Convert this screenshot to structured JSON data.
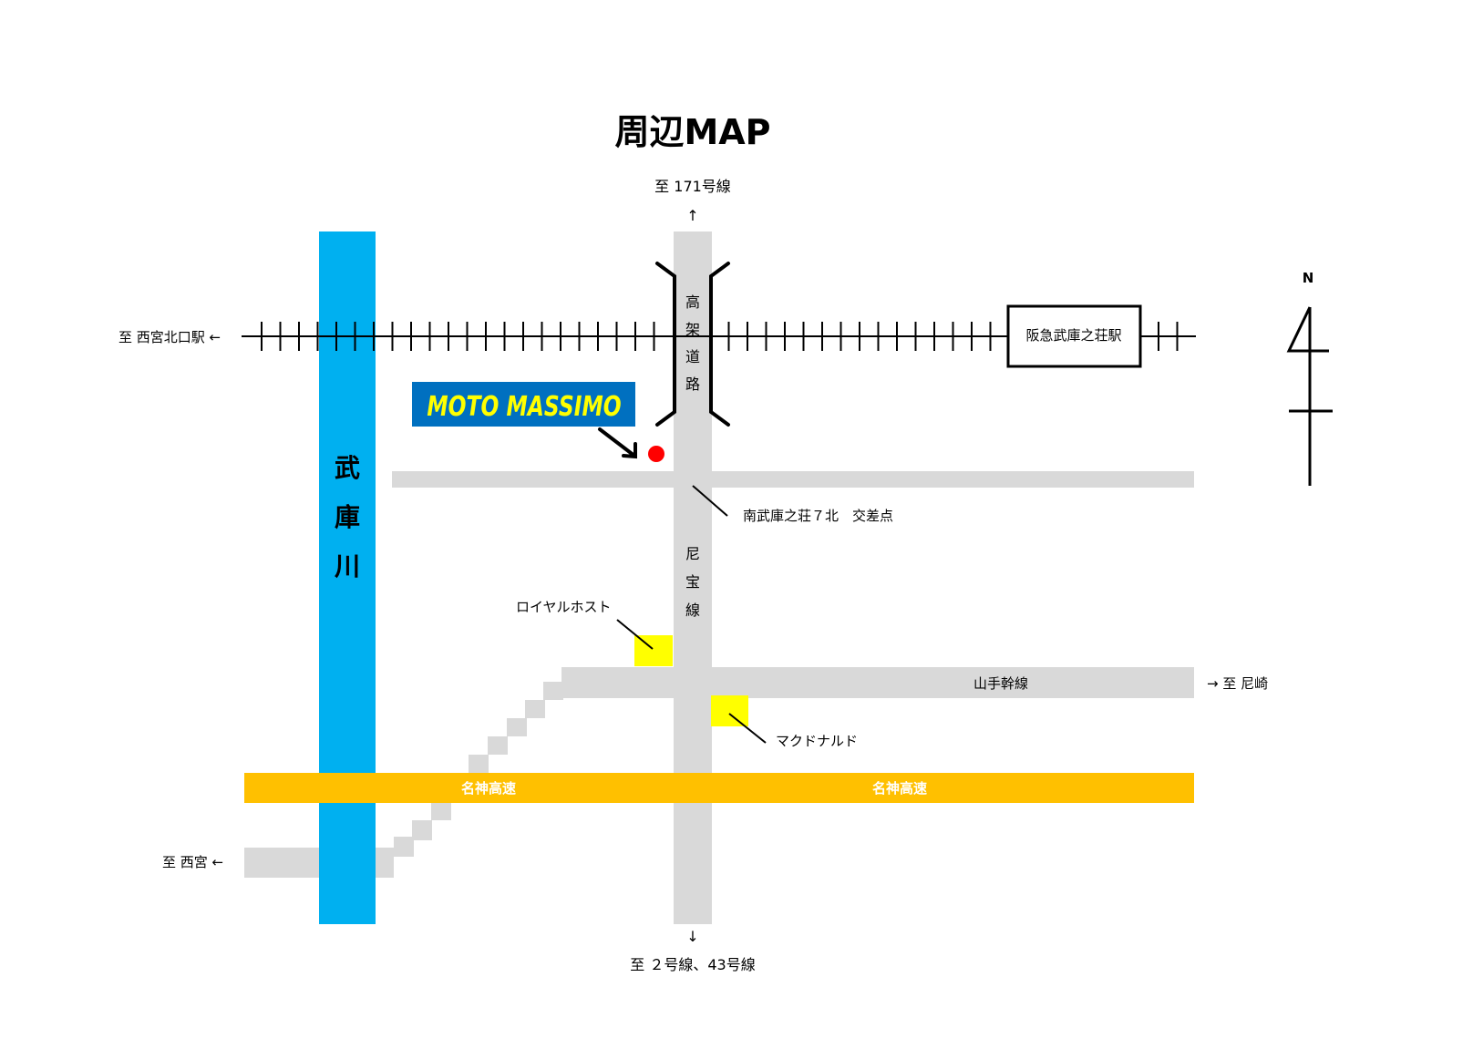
{
  "title": "周辺MAP",
  "destinations": {
    "north": "至 171号線",
    "north_arrow": "↑",
    "south": "至 ２号線、43号線",
    "south_arrow": "↓",
    "west_rail": "至 西宮北口駅 ←",
    "west_road": "至 西宮 ←",
    "east": "→ 至 尼崎"
  },
  "river": {
    "label_chars": [
      "武",
      "庫",
      "川"
    ],
    "color": "#00b0f0"
  },
  "elevated_road": {
    "label_chars": [
      "高",
      "架",
      "道",
      "路"
    ]
  },
  "main_road": {
    "label_chars": [
      "尼",
      "宝",
      "線"
    ],
    "color": "#d9d9d9"
  },
  "station": {
    "label": "阪急武庫之荘駅"
  },
  "shop": {
    "logo_text": "MOTO MASSIMO",
    "logo_bg": "#0070c0",
    "logo_text_color": "#ffff00",
    "marker_color": "#ff0000"
  },
  "intersection": {
    "label": "南武庫之荘７北　交差点"
  },
  "landmarks": {
    "royal_host": "ロイヤルホスト",
    "mcdonalds": "マクドナルド",
    "color": "#ffff00"
  },
  "yamate_line": {
    "label": "山手幹線"
  },
  "expressway": {
    "labels": [
      "名神高速",
      "名神高速"
    ],
    "color": "#ffc000"
  },
  "compass": {
    "label": "N"
  }
}
